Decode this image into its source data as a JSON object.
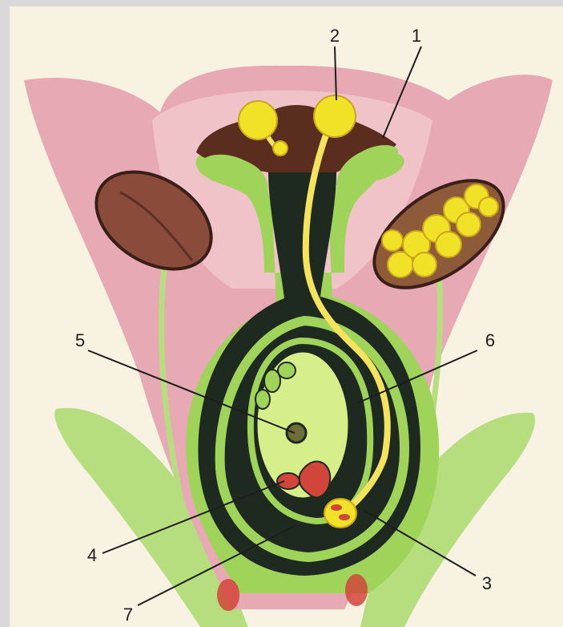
{
  "labels": {
    "l1": "1",
    "l2": "2",
    "l3": "3",
    "l4": "4",
    "l5": "5",
    "l6": "6",
    "l7": "7"
  },
  "colors": {
    "background": "#f7f2e2",
    "petal": "#e7a9b3",
    "petal_light": "#efc3c8",
    "sepal": "#b7de7e",
    "pistil_dark": "#1e2a20",
    "pistil_green": "#9fd35a",
    "pollen": "#f2e227",
    "pollen_tube": "#f4e35c",
    "stigma": "#5a2d1e",
    "anther_brown": "#8b4b3a",
    "ovule_fill": "#d7ef8a",
    "egg_red": "#d2453a"
  }
}
